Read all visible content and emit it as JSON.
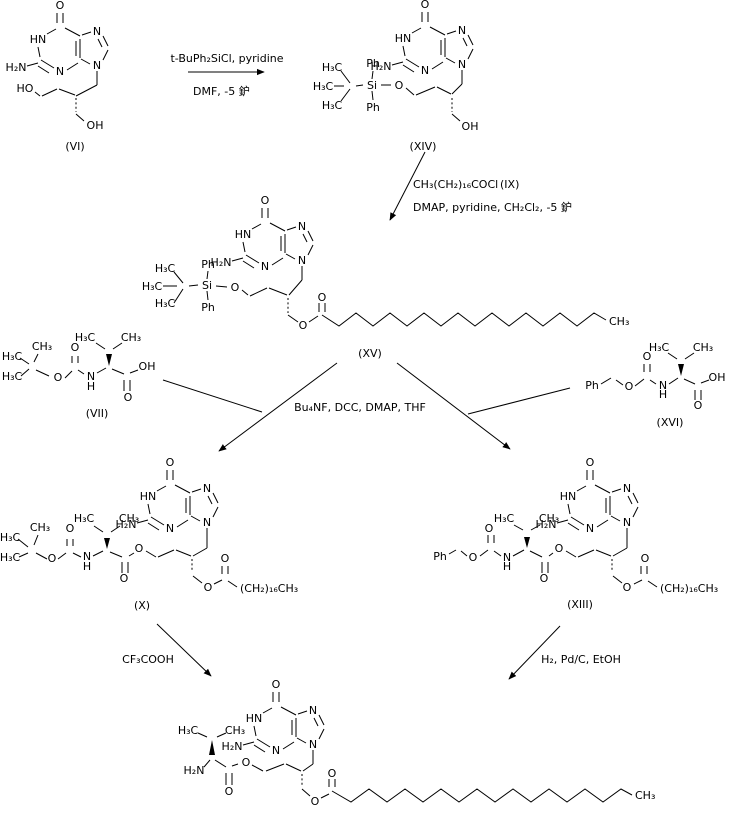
{
  "atoms": {
    "o": "O",
    "n": "N",
    "h": "H",
    "hn": "HN",
    "h2n": "H₂N",
    "ho": "HO",
    "oh": "OH",
    "h3c": "H₃C",
    "ch3": "CH₃",
    "si": "Si",
    "ph": "Ph",
    "chain16": "(CH₂)₁₆CH₃"
  },
  "compounds": {
    "vi": "(VI)",
    "xiv": "(XIV)",
    "xv": "(XV)",
    "vii": "(VII)",
    "xvi": "(XVI)",
    "x": "(X)",
    "xiii": "(XIII)",
    "ix": "(IX)"
  },
  "reagents": {
    "step1_above": "t-BuPh₂SiCl, pyridine",
    "step1_below": "DMF, -5 鈩",
    "step2_line1": "CH₃(CH₂)₁₆COCl",
    "step2_line2": "DMAP, pyridine, CH₂Cl₂, -5 鈩",
    "step3": "Bu₄NF, DCC, DMAP, THF",
    "step4": "CF₃COOH",
    "step5": "H₂, Pd/C, EtOH"
  }
}
